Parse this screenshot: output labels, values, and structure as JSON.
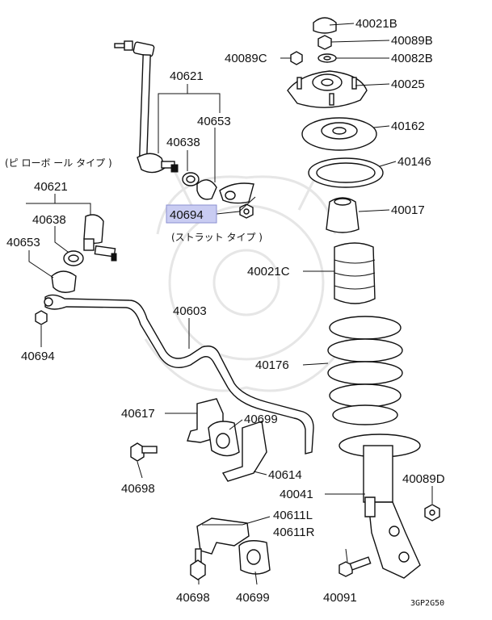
{
  "notes": {
    "pillow_ball_type": "(ピ ローボ ール タイプ )",
    "strut_type": "(ストラット タイプ )"
  },
  "diagram_code": "3GP2G50",
  "highlight_color": "#c9ccf2",
  "labels": [
    {
      "id": "40021B",
      "text": "40021B"
    },
    {
      "id": "40089B",
      "text": "40089B"
    },
    {
      "id": "40082B",
      "text": "40082B"
    },
    {
      "id": "40089C",
      "text": "40089C"
    },
    {
      "id": "40025",
      "text": "40025"
    },
    {
      "id": "40162",
      "text": "40162"
    },
    {
      "id": "40146",
      "text": "40146"
    },
    {
      "id": "40017",
      "text": "40017"
    },
    {
      "id": "40021C",
      "text": "40021C"
    },
    {
      "id": "40176",
      "text": "40176"
    },
    {
      "id": "40041",
      "text": "40041"
    },
    {
      "id": "40089D",
      "text": "40089D"
    },
    {
      "id": "40091",
      "text": "40091"
    },
    {
      "id": "40621-top",
      "text": "40621"
    },
    {
      "id": "40653-top",
      "text": "40653"
    },
    {
      "id": "40638-top",
      "text": "40638"
    },
    {
      "id": "40694-top",
      "text": "40694",
      "highlighted": true
    },
    {
      "id": "40621-left",
      "text": "40621"
    },
    {
      "id": "40638-left",
      "text": "40638"
    },
    {
      "id": "40653-left",
      "text": "40653"
    },
    {
      "id": "40694-left",
      "text": "40694"
    },
    {
      "id": "40603",
      "text": "40603"
    },
    {
      "id": "40617",
      "text": "40617"
    },
    {
      "id": "40699-upper",
      "text": "40699"
    },
    {
      "id": "40614",
      "text": "40614"
    },
    {
      "id": "40698-upper",
      "text": "40698"
    },
    {
      "id": "40611L",
      "text": "40611L"
    },
    {
      "id": "40611R",
      "text": "40611R"
    },
    {
      "id": "40698-lower",
      "text": "40698"
    },
    {
      "id": "40699-lower",
      "text": "40699"
    }
  ]
}
